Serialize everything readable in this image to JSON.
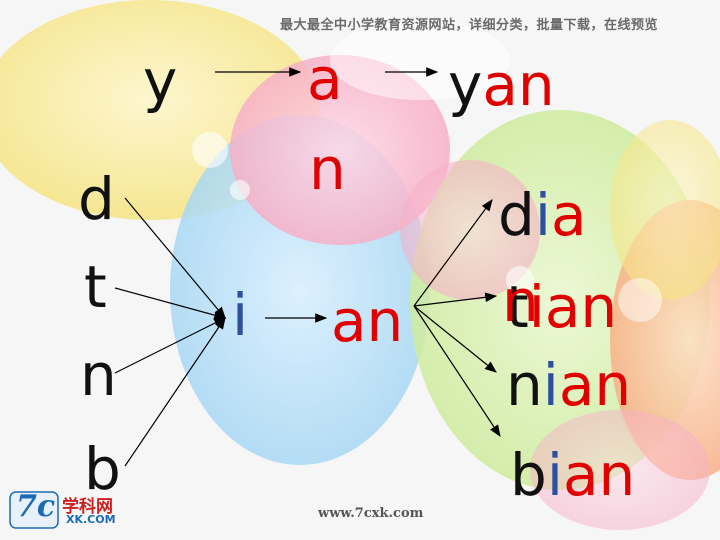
{
  "banner": "最大最全中小学教育资源网站，详细分类，批量下载，在线预览",
  "row_top": {
    "initial": "y",
    "final": "a",
    "final_extra": "n",
    "result_initial": "y",
    "result_final": "an"
  },
  "initials": [
    "d",
    "t",
    "n",
    "b"
  ],
  "medial": "i",
  "final": "an",
  "results": {
    "dia": {
      "initial": "d",
      "medial": "i",
      "final": "a"
    },
    "tian": {
      "initial": "t",
      "overlay": "n",
      "final": "ian"
    },
    "nian": {
      "initial": "n",
      "medial": "i",
      "final": "an"
    },
    "bian": {
      "initial": "b",
      "medial": "i",
      "final": "an"
    }
  },
  "logo": {
    "mark": "7c",
    "cn": "学科网",
    "en": "XK.COM"
  },
  "footer_url": "www.7cxk.com",
  "colors": {
    "black": "#111111",
    "red": "#e00000",
    "blue": "#2c4f9e"
  }
}
